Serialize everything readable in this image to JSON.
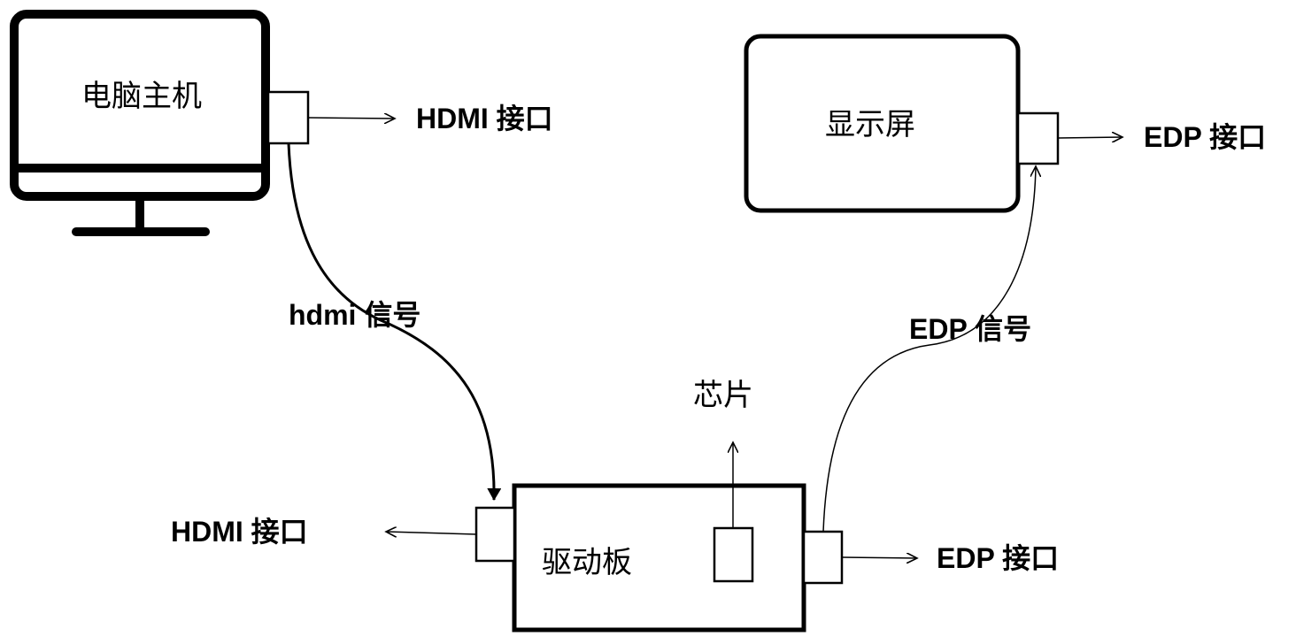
{
  "diagram": {
    "computer": {
      "label": "电脑主机"
    },
    "display": {
      "label": "显示屏"
    },
    "driver_board": {
      "label": "驱动板"
    },
    "labels": {
      "computer_hdmi_port": "HDMI 接口",
      "display_edp_port": "EDP 接口",
      "hdmi_signal": "hdmi 信号",
      "edp_signal": "EDP 信号",
      "chip": "芯片",
      "board_hdmi_port": "HDMI 接口",
      "board_edp_port": "EDP 接口"
    }
  }
}
